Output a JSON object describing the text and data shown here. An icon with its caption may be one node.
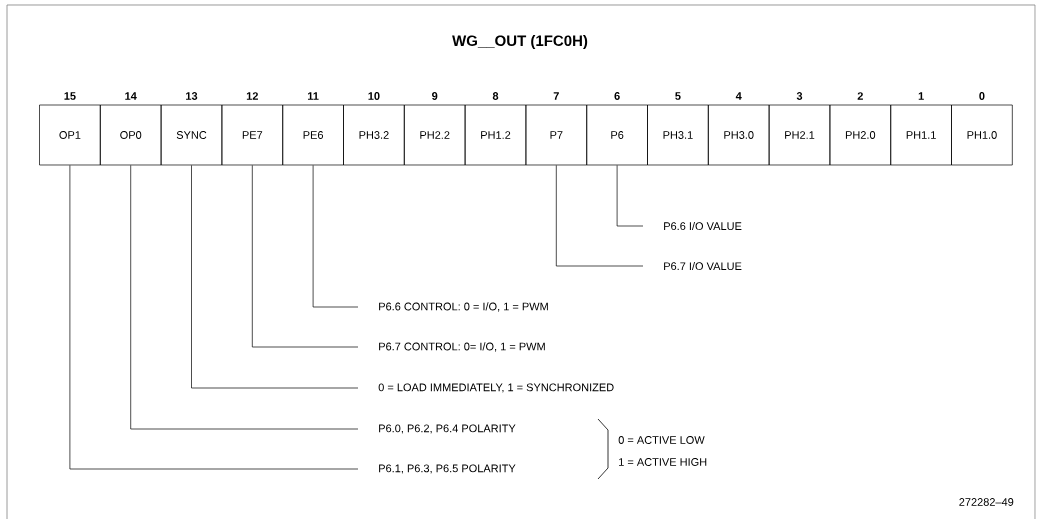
{
  "diagram": {
    "title": "WG__OUT (1FC0H)",
    "nodes": [
      {
        "text": [
          "OP1"
        ],
        "beside": [
          "15"
        ]
      },
      {
        "text": [
          "OP0"
        ],
        "beside": [
          "14"
        ]
      },
      {
        "text": [
          "SYNC"
        ],
        "beside": [
          "13"
        ]
      },
      {
        "text": [
          "PE7"
        ],
        "beside": [
          "12"
        ]
      },
      {
        "text": [
          "PE6"
        ],
        "beside": [
          "11"
        ]
      },
      {
        "text": [
          "PH3.2"
        ],
        "beside": [
          "10"
        ]
      },
      {
        "text": [
          "PH2.2"
        ],
        "beside": [
          "9"
        ]
      },
      {
        "text": [
          "PH1.2"
        ],
        "beside": [
          "8"
        ]
      },
      {
        "text": [
          "P7"
        ],
        "beside": [
          "7"
        ]
      },
      {
        "text": [
          "P6"
        ],
        "beside": [
          "6"
        ]
      },
      {
        "text": [
          "PH3.1"
        ],
        "beside": [
          "5"
        ]
      },
      {
        "text": [
          "PH3.0"
        ],
        "beside": [
          "4"
        ]
      },
      {
        "text": [
          "PH2.1"
        ],
        "beside": [
          "3"
        ]
      },
      {
        "text": [
          "PH2.0"
        ],
        "beside": [
          "2"
        ]
      },
      {
        "text": [
          "PH1.1"
        ],
        "beside": [
          "1"
        ]
      },
      {
        "text": [
          "PH1.0"
        ],
        "beside": [
          "0"
        ]
      },
      {
        "text": [
          "P6.6 I/O VALUE"
        ]
      },
      {
        "text": [
          "P6.7 I/O VALUE"
        ]
      },
      {
        "text": [
          "P6.6 CONTROL: 0 = I/O, 1 = PWM"
        ]
      },
      {
        "text": [
          "P6.7 CONTROL: 0= I/O, 1 = PWM"
        ]
      },
      {
        "text": [
          "0 = LOAD IMMEDIATELY, 1 = SYNCHRONIZED"
        ]
      },
      {
        "text": [
          "P6.0, P6.2, P6.4 POLARITY"
        ]
      },
      {
        "text": [
          "P6.1, P6.3, P6.5 POLARITY"
        ]
      }
    ],
    "edges": [
      {
        "from": 9,
        "to": 16,
        "arrow": "none"
      },
      {
        "from": 8,
        "to": 17,
        "arrow": "none"
      },
      {
        "from": 4,
        "to": 18,
        "arrow": "none"
      },
      {
        "from": 3,
        "to": 19,
        "arrow": "none"
      },
      {
        "from": 2,
        "to": 20,
        "arrow": "none"
      },
      {
        "from": 1,
        "to": 21,
        "arrow": "none"
      },
      {
        "from": 0,
        "to": 22,
        "arrow": "none"
      }
    ],
    "labels": [
      "0 = ACTIVE LOW",
      "1 = ACTIVE HIGH",
      "272282–49"
    ]
  }
}
